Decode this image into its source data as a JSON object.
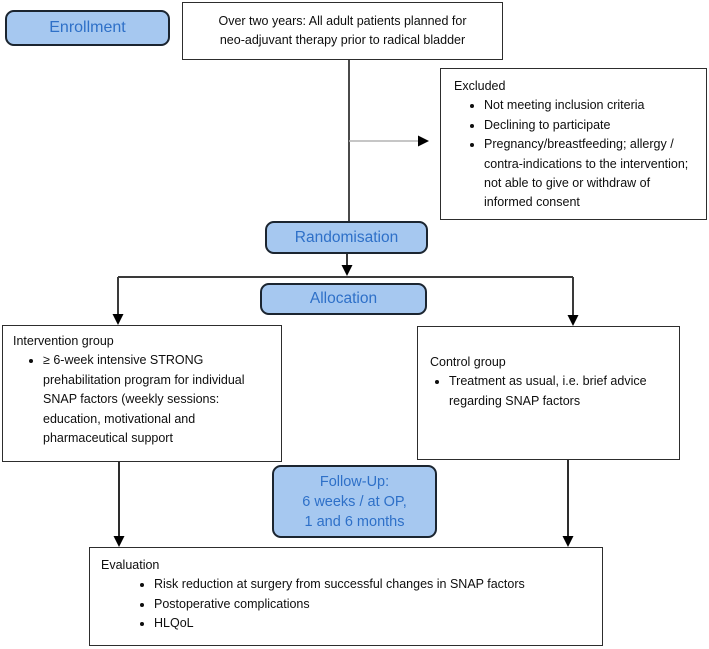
{
  "colors": {
    "blue_box_fill": "#a6c8f0",
    "blue_box_text": "#2e70c8",
    "box_border": "#2d2d2d",
    "line_dark": "#4a4a4a",
    "line_gray": "#b3b3b3",
    "arrowhead": "#000000"
  },
  "flow": {
    "enrollment_label": "Enrollment",
    "population": {
      "line1": "Over two years: All adult patients planned for",
      "line2": "neo-adjuvant therapy prior to radical bladder"
    },
    "excluded": {
      "title": "Excluded",
      "items": [
        "Not meeting inclusion criteria",
        "Declining to participate",
        "Pregnancy/breastfeeding; allergy / contra-indications to the intervention; not able to give or withdraw of informed consent"
      ]
    },
    "randomisation_label": "Randomisation",
    "allocation_label": "Allocation",
    "intervention": {
      "title": "Intervention group",
      "items": [
        "≥ 6-week intensive STRONG prehabilitation program for individual SNAP factors (weekly sessions: education, motivational and pharmaceutical support"
      ]
    },
    "control": {
      "title": "Control group",
      "items": [
        "Treatment as usual, i.e. brief advice regarding SNAP factors"
      ]
    },
    "followup": {
      "line1": "Follow-Up:",
      "line2": "6 weeks / at OP,",
      "line3": "1 and 6 months"
    },
    "evaluation": {
      "title": "Evaluation",
      "items": [
        "Risk reduction at surgery from successful changes in SNAP factors",
        "Postoperative complications",
        "HLQoL"
      ]
    }
  }
}
